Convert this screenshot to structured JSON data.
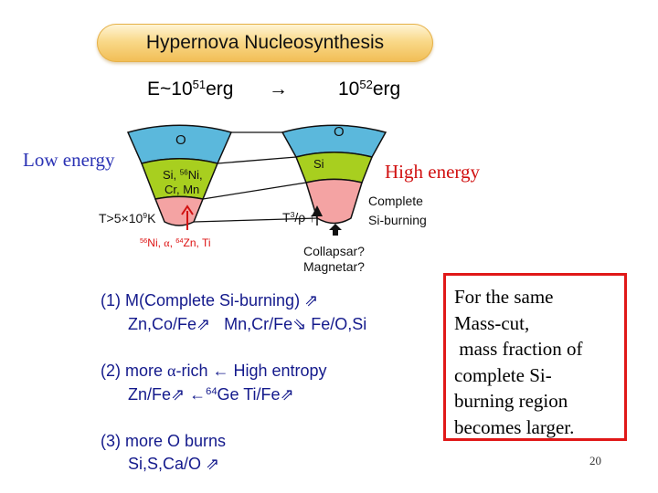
{
  "title": "Hypernova Nucleosynthesis",
  "energy": {
    "low_prefix": "E~10",
    "low_exp": "51",
    "low_unit": "erg",
    "arrow": "→",
    "high_base": "10",
    "high_exp": "52",
    "high_unit": "erg"
  },
  "diagram": {
    "low_energy_label": "Low energy",
    "high_energy_label": "High energy",
    "left_o": "O",
    "left_si_line1_prefix": "Si, ",
    "left_si_line1_sup": "56",
    "left_si_line1_suffix": "Ni,",
    "left_si_line2": "Cr, Mn",
    "temp_prefix": "T>5×10",
    "temp_exp": "9",
    "temp_unit": "K",
    "products": {
      "s1": "56",
      "t1": "Ni, ",
      "t2": "α",
      "t3": ", ",
      "s2": "64",
      "t4": "Zn, Ti"
    },
    "right_o": "O",
    "right_si": "Si",
    "t3rho_t": "T",
    "t3rho_exp": "3",
    "t3rho_rest": "/ρ ↑",
    "complete_line1": "Complete",
    "complete_line2": "Si-burning",
    "collapsar": "Collapsar?",
    "magnetar": "Magnetar?",
    "colors": {
      "oxygen": "#5bb8dc",
      "silicon": "#a8cf1f",
      "core": "#f4a3a3",
      "red": "#d11111"
    }
  },
  "list": {
    "item1_line1": "(1) M(Complete Si-burning) ",
    "item1_line2_a": "Zn,Co/Fe",
    "item1_line2_b": "Mn,Cr/Fe",
    "item1_line2_c": "Fe/O,Si",
    "item2_line1_a": "(2) more ",
    "item2_line1_alpha": "α",
    "item2_line1_b": "-rich ← High entropy",
    "item2_line2_a": "Zn/Fe",
    "item2_line2_b": " ←",
    "item2_line2_sup": "64",
    "item2_line2_c": "Ge   Ti/Fe",
    "item3_line1": "(3) more O burns",
    "item3_line2": "Si,S,Ca/O",
    "increase_arrow": "⇗",
    "decrease_arrow": "⇘"
  },
  "note": "For the same\nMass-cut,\n mass fraction of\ncomplete Si-\nburning region\nbecomes larger.",
  "page_number": "20"
}
